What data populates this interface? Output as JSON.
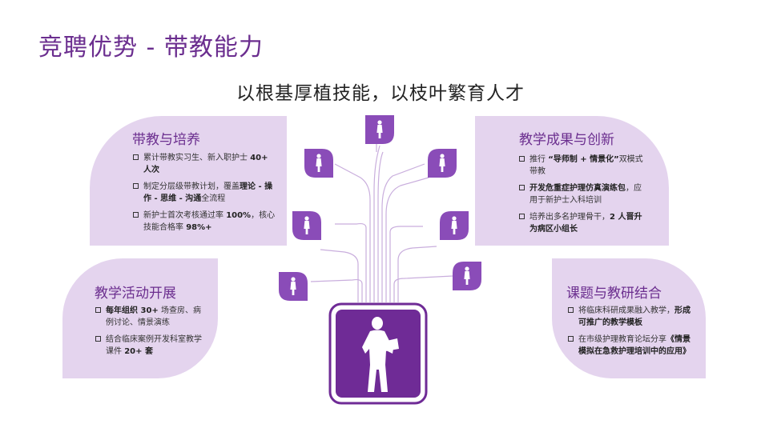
{
  "page": {
    "title": "竞聘优势 - 带教能力",
    "subtitle": "以根基厚植技能，以枝叶繁育人才"
  },
  "panels": {
    "top_left": {
      "title": "带教与培养",
      "items": [
        {
          "pre": "累计带教实习生、新入职护士 ",
          "bold": "40+ 人次",
          "post": ""
        },
        {
          "pre": "制定分层级带教计划，覆盖",
          "bold": "理论 - 操作 - 思维 - 沟通",
          "post": "全流程"
        },
        {
          "pre": "新护士首次考核通过率 ",
          "bold": "100%",
          "post": "，核心技能合格率 ",
          "bold2": "98%+"
        }
      ]
    },
    "top_right": {
      "title": "教学成果与创新",
      "items": [
        {
          "pre": "推行 ",
          "bold": "“导师制 + 情景化”",
          "post": "双模式带教"
        },
        {
          "pre": "",
          "bold": "开发危重症护理仿真演练包",
          "post": "，应用于新护士入科培训"
        },
        {
          "pre": "培养出多名护理骨干，",
          "bold": "2 人晋升为病区小组长",
          "post": ""
        }
      ]
    },
    "bottom_left": {
      "title": "教学活动开展",
      "items": [
        {
          "pre": "",
          "bold": "每年组织 30+",
          "post": " 场查房、病例讨论、情景演练"
        },
        {
          "pre": "结合临床案例开发科室教学课件 ",
          "bold": "20+ 套",
          "post": ""
        }
      ]
    },
    "bottom_right": {
      "title": "课题与教研结合",
      "items": [
        {
          "pre": "将临床科研成果融入教学，",
          "bold": "形成可推广的教学模板",
          "post": ""
        },
        {
          "pre": "在市级护理教育论坛分享",
          "bold": "《情景模拟在急救护理培训中的应用》",
          "post": ""
        }
      ]
    }
  },
  "colors": {
    "accent": "#6b2e8f",
    "leaf": "#8a4cb8",
    "panel": "#e4d4ee",
    "avatar_bg": "#6f2b96",
    "branch": "#c9aedd"
  },
  "icons": {
    "central": "teacher-reading-silhouette-icon",
    "leaves": "person-silhouette-icon"
  }
}
